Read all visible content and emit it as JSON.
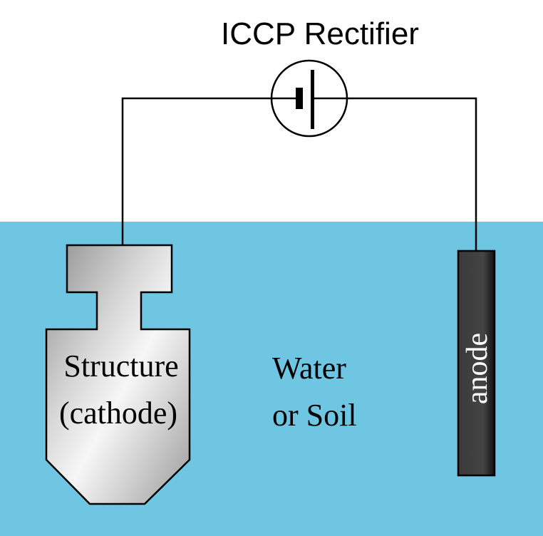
{
  "title": "ICCP Rectifier",
  "structure": {
    "line1": "Structure",
    "line2": "(cathode)"
  },
  "medium": {
    "line1": "Water",
    "line2": "or Soil"
  },
  "anode": {
    "label": "anode"
  },
  "colors": {
    "medium": "#6ec6e3",
    "wire": "#000000",
    "anode_fill": "#2b2b2b",
    "structure_fill_light": "#f4f4f4",
    "structure_fill_dark": "#9a9a9a"
  },
  "icons": {
    "rectifier": "battery-symbol-icon"
  }
}
